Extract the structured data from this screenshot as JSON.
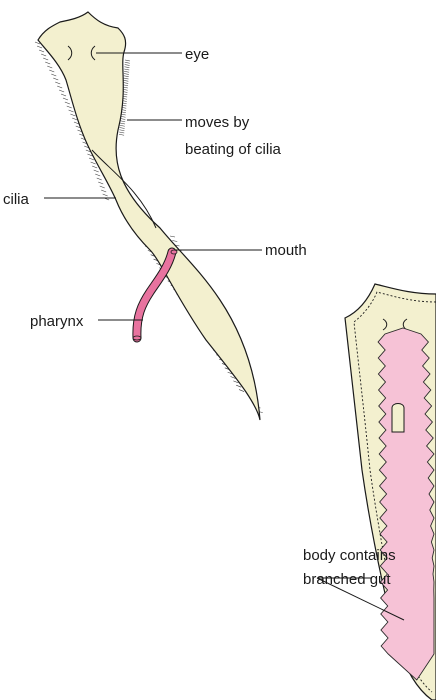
{
  "labels": {
    "eye": "eye",
    "cilia_move_line1": "moves by",
    "cilia_move_line2": "beating of cilia",
    "cilia": "cilia",
    "mouth": "mouth",
    "pharynx": "pharynx",
    "gut_line1": "body contains",
    "gut_line2": "branched gut"
  },
  "colors": {
    "body": "#f3f0cf",
    "pharynx": "#e8739f",
    "gut": "#f6c2d6",
    "outline": "#1a1a1a"
  }
}
